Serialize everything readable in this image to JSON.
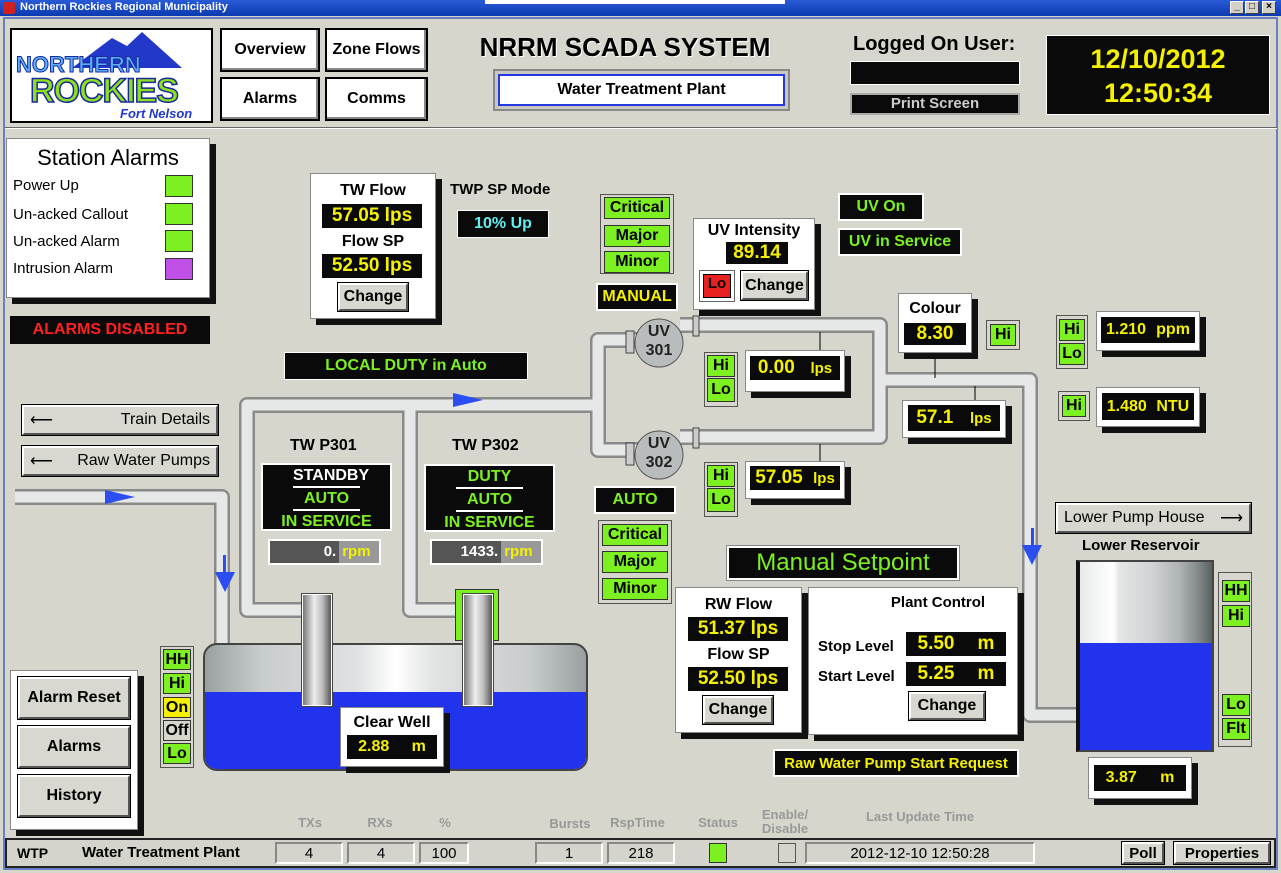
{
  "window": {
    "title": "Northern Rockies Regional Municipality"
  },
  "logo": {
    "line1": "NORTHERN",
    "line2": "ROCKIES",
    "line3": "Fort Nelson"
  },
  "nav": {
    "overview": "Overview",
    "zone_flows": "Zone Flows",
    "alarms": "Alarms",
    "comms": "Comms"
  },
  "header": {
    "title": "NRRM SCADA SYSTEM",
    "station": "Water Treatment Plant",
    "logged_on_label": "Logged On User:",
    "logged_on_user": "",
    "print_screen": "Print Screen",
    "date": "12/10/2012",
    "time": "12:50:34"
  },
  "station_alarms": {
    "title": "Station Alarms",
    "items": [
      {
        "label": "Power Up",
        "color": "#7cf020"
      },
      {
        "label": "Un-acked Callout",
        "color": "#7cf020"
      },
      {
        "label": "Un-acked Alarm",
        "color": "#7cf020"
      },
      {
        "label": "Intrusion Alarm",
        "color": "#c050e8"
      }
    ],
    "disabled": "ALARMS DISABLED"
  },
  "tw_flow": {
    "label": "TW Flow",
    "value": "57.05 lps",
    "sp_label": "Flow SP",
    "sp_value": "52.50 lps",
    "change": "Change"
  },
  "twp_sp_mode": {
    "label": "TWP SP Mode",
    "value": "10% Up"
  },
  "alarm_group1": {
    "critical": "Critical",
    "major": "Major",
    "minor": "Minor",
    "mode": "MANUAL"
  },
  "alarm_group2": {
    "critical": "Critical",
    "major": "Major",
    "minor": "Minor",
    "mode": "AUTO"
  },
  "uv_intensity": {
    "label": "UV Intensity",
    "value": "89.14",
    "lo": "Lo",
    "change": "Change"
  },
  "uv_status": {
    "on": "UV On",
    "in_service": "UV in Service"
  },
  "local_duty": "LOCAL DUTY in Auto",
  "links": {
    "train_details": "Train Details",
    "raw_water_pumps": "Raw Water Pumps",
    "lower_pump_house": "Lower Pump House",
    "arrow_left": "⟵",
    "arrow_right": "⟶"
  },
  "pumps": [
    {
      "name": "TW P301",
      "state": "STANDBY",
      "mode": "AUTO",
      "service": "IN SERVICE",
      "rpm": "0.",
      "rpm_unit": "rpm",
      "running": false
    },
    {
      "name": "TW P302",
      "state": "DUTY",
      "mode": "AUTO",
      "service": "IN SERVICE",
      "rpm": "1433.",
      "rpm_unit": "rpm",
      "running": true
    }
  ],
  "uv_units": [
    {
      "name1": "UV",
      "name2": "301",
      "hi": "Hi",
      "lo": "Lo",
      "flow": "0.00",
      "unit": "lps"
    },
    {
      "name1": "UV",
      "name2": "302",
      "hi": "Hi",
      "lo": "Lo",
      "flow": "57.05",
      "unit": "lps"
    }
  ],
  "colour": {
    "label": "Colour",
    "value": "8.30",
    "hi": "Hi"
  },
  "combined_flow": {
    "value": "57.1",
    "unit": "lps"
  },
  "chlorine": {
    "hi": "Hi",
    "lo": "Lo",
    "value": "1.210",
    "unit": "ppm"
  },
  "turbidity": {
    "hi": "Hi",
    "value": "1.480",
    "unit": "NTU"
  },
  "lower_reservoir": {
    "label": "Lower Reservoir",
    "level": "3.87",
    "unit": "m",
    "fill_fraction": 0.57,
    "hh": "HH",
    "hi": "Hi",
    "lo": "Lo",
    "flt": "Flt"
  },
  "clear_well": {
    "label": "Clear Well",
    "level": "2.88",
    "unit": "m",
    "hh": "HH",
    "hi": "Hi",
    "on": "On",
    "off": "Off",
    "lo": "Lo",
    "water_color": "#2233ee"
  },
  "manual_setpoint": "Manual Setpoint",
  "rw_flow": {
    "label": "RW Flow",
    "value": "51.37 lps",
    "sp_label": "Flow SP",
    "sp_value": "52.50 lps",
    "change": "Change"
  },
  "plant_control": {
    "title": "Plant Control",
    "stop_label": "Stop Level",
    "stop_value": "5.50",
    "start_label": "Start Level",
    "start_value": "5.25",
    "unit": "m",
    "change": "Change"
  },
  "rw_start_request": "Raw Water Pump Start Request",
  "side_buttons": {
    "alarm_reset": "Alarm Reset",
    "alarms": "Alarms",
    "history": "History"
  },
  "comms_bar": {
    "headers": {
      "txs": "TXs",
      "rxs": "RXs",
      "pct": "%",
      "bursts": "Bursts",
      "rsp": "RspTime",
      "status": "Status",
      "enable": "Enable/\nDisable",
      "last": "Last Update Time"
    },
    "code": "WTP",
    "name": "Water Treatment Plant",
    "txs": "4",
    "rxs": "4",
    "pct": "100",
    "bursts": "1",
    "rsp": "218",
    "status_color": "#7cf020",
    "last_update": "2012-12-10 12:50:28",
    "poll": "Poll",
    "properties": "Properties"
  }
}
